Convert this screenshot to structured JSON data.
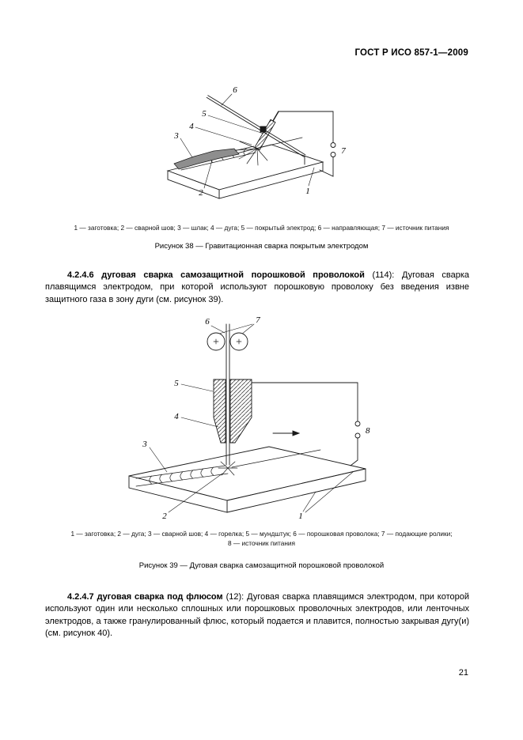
{
  "header": {
    "doc_code": "ГОСТ Р ИСО 857-1—2009"
  },
  "figure38": {
    "labels": [
      "1",
      "2",
      "3",
      "4",
      "5",
      "6",
      "7"
    ],
    "legend": "1 — заготовка; 2 — сварной шов; 3 — шлак; 4 — дуга; 5 — покрытый электрод; 6 — направляющая; 7 — источник питания",
    "caption": "Рисунок 38 — Гравитационная сварка покрытым электродом"
  },
  "clause_4_2_4_6": {
    "number": "4.2.4.6",
    "term": "дуговая сварка самозащитной порошковой проволокой",
    "index": "(114):",
    "definition": "Дуговая сварка плавящимся электродом, при которой используют порошковую проволоку без введения извне защитного газа в зону дуги (см. рисунок 39)."
  },
  "figure39": {
    "labels": [
      "1",
      "2",
      "3",
      "4",
      "5",
      "6",
      "7",
      "8"
    ],
    "legend_line1": "1 — заготовка; 2 — дуга; 3 — сварной шов; 4 — горелка; 5 — мундштук; 6 — порошковая проволока; 7 — подающие ролики;",
    "legend_line2": "8 — источник питания",
    "caption": "Рисунок 39 — Дуговая сварка самозащитной порошковой проволокой"
  },
  "clause_4_2_4_7": {
    "number": "4.2.4.7",
    "term": "дуговая сварка под флюсом",
    "index": "(12):",
    "definition": "Дуговая сварка плавящимся электродом, при которой используют один или несколько сплошных или порошковых проволочных электродов, или ленточных электродов, а также гранулированный флюс, который подается и плавится, полностью закрывая дугу(и) (см. рисунок 40)."
  },
  "footer": {
    "page_number": "21"
  }
}
